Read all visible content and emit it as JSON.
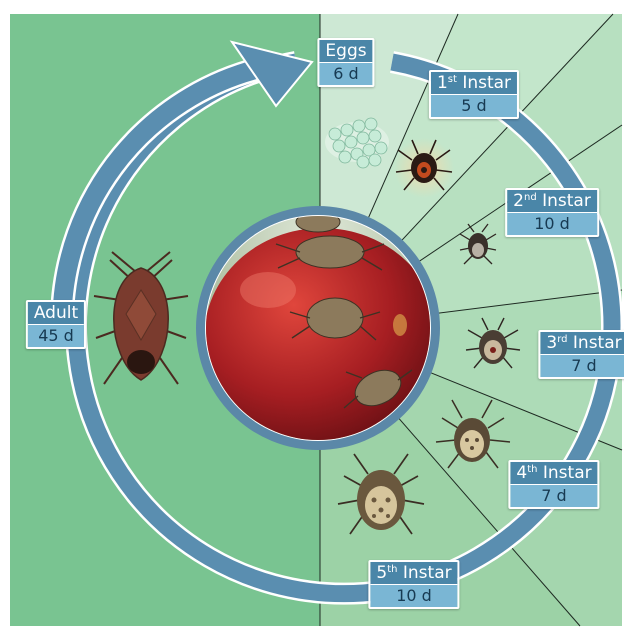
{
  "colors": {
    "left_panel": "#79c491",
    "right_panel": "#bfe4c8",
    "cycle_arrow": "#5a8eb0",
    "label_header": "#4a86a8",
    "label_body": "#7ab6d4"
  },
  "stages": [
    {
      "id": "eggs",
      "name": "Eggs",
      "ordinal": "",
      "suffix": "",
      "duration": "6 d"
    },
    {
      "id": "instar-1",
      "name": "Instar",
      "ordinal": "1",
      "suffix": "st",
      "duration": "5 d"
    },
    {
      "id": "instar-2",
      "name": "Instar",
      "ordinal": "2",
      "suffix": "nd",
      "duration": "10 d"
    },
    {
      "id": "instar-3",
      "name": "Instar",
      "ordinal": "3",
      "suffix": "rd",
      "duration": "7 d"
    },
    {
      "id": "instar-4",
      "name": "Instar",
      "ordinal": "4",
      "suffix": "th",
      "duration": "7 d"
    },
    {
      "id": "instar-5",
      "name": "Instar",
      "ordinal": "5",
      "suffix": "th",
      "duration": "10 d"
    },
    {
      "id": "adult",
      "name": "Adult",
      "ordinal": "",
      "suffix": "",
      "duration": "45 d"
    }
  ],
  "illustrations": [
    "egg-cluster-icon",
    "first-instar-bug-icon",
    "second-instar-bug-icon",
    "third-instar-bug-icon",
    "fourth-instar-bug-icon",
    "fifth-instar-bug-icon",
    "adult-stink-bug-icon",
    "fruit-with-bugs-icon"
  ]
}
